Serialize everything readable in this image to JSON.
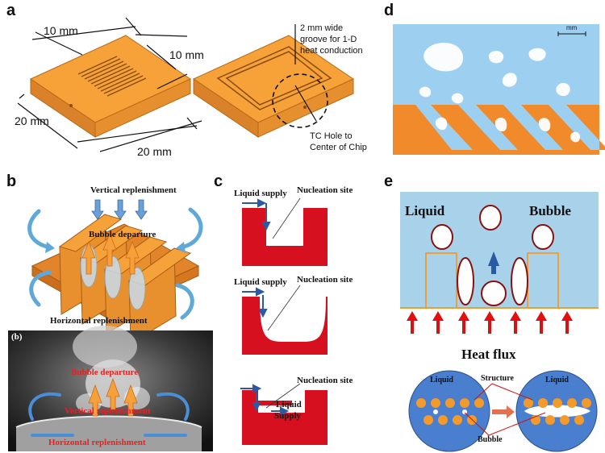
{
  "panels": {
    "a": {
      "letter": "a",
      "dim_10mm_top": "10 mm",
      "dim_10mm_right": "10 mm",
      "dim_20mm_left": "20 mm",
      "dim_20mm_bottom": "20 mm",
      "groove_note_line1": "2 mm wide",
      "groove_note_line2": "groove for 1-D",
      "groove_note_line3": "heat conduction",
      "tc_note_line1": "TC Hole to",
      "tc_note_line2": "Center of Chip"
    },
    "b": {
      "letter": "b",
      "vertical": "Vertical replenishment",
      "bubble": "Bubble departure",
      "horizontal": "Horizontal replenishment",
      "photo_tag": "(b)",
      "photo_bubble": "Bubble departure",
      "photo_vertical": "Vertical replenishment",
      "photo_horizontal": "Horizontal replenishment"
    },
    "c": {
      "letter": "c",
      "liquid_supply_1": "Liquid supply",
      "nucleation_1": "Nucleation site",
      "liquid_supply_2": "Liquid supply",
      "nucleation_2": "Nucleation site",
      "nucleation_3": "Nucleation site",
      "liquid_3": "Liquid",
      "supply_3": "Supply"
    },
    "d": {
      "letter": "d",
      "scale": "mm"
    },
    "e": {
      "letter": "e",
      "liquid": "Liquid",
      "bubble": "Bubble",
      "heat_flux": "Heat flux",
      "circle_left_liquid": "Liquid",
      "circle_right_liquid": "Liquid",
      "structure": "Structure",
      "bubble_label": "Bubble"
    }
  },
  "colors": {
    "copper": "#f39a2a",
    "copper_dark": "#c8741a",
    "red": "#d6101e",
    "liquid_blue": "#a8d2ea",
    "sky_blue": "#9dd0f0",
    "circle_blue": "#4a7fd0",
    "arrow_blue": "#2a5aa6"
  }
}
